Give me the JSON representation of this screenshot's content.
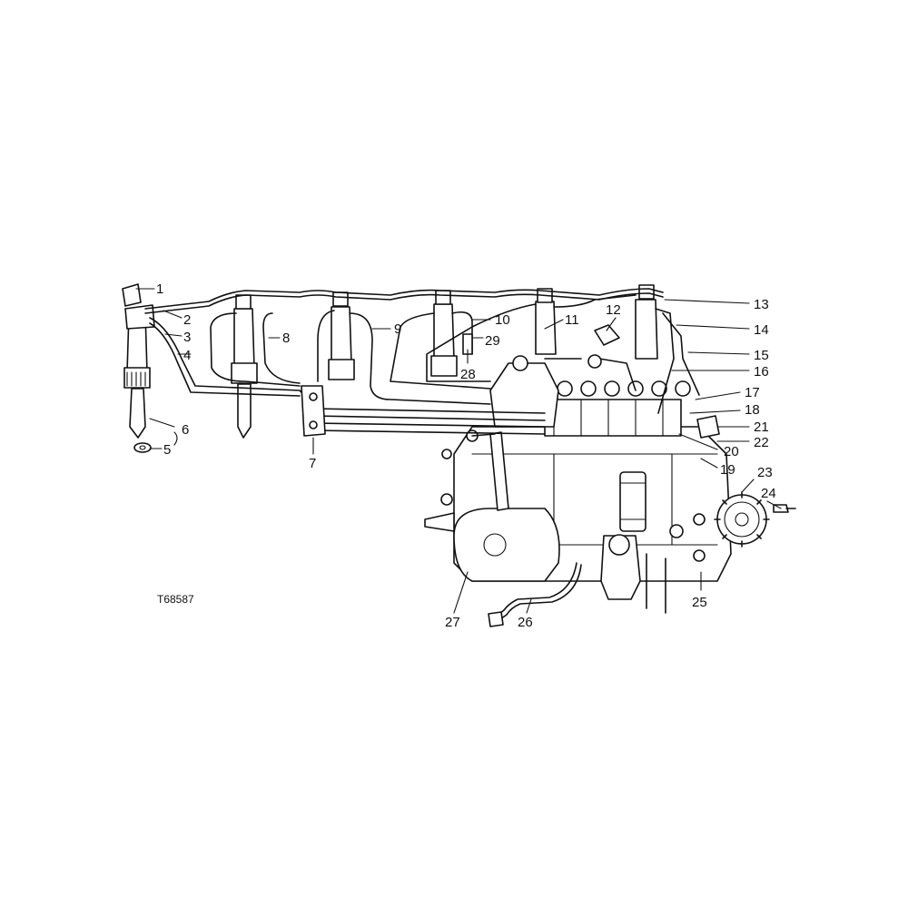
{
  "figure_code": "T68587",
  "callouts": [
    "1",
    "2",
    "3",
    "4",
    "5",
    "6",
    "7",
    "8",
    "9",
    "10",
    "11",
    "12",
    "13",
    "14",
    "15",
    "16",
    "17",
    "18",
    "19",
    "20",
    "21",
    "22",
    "23",
    "24",
    "25",
    "26",
    "27",
    "28",
    "29"
  ]
}
